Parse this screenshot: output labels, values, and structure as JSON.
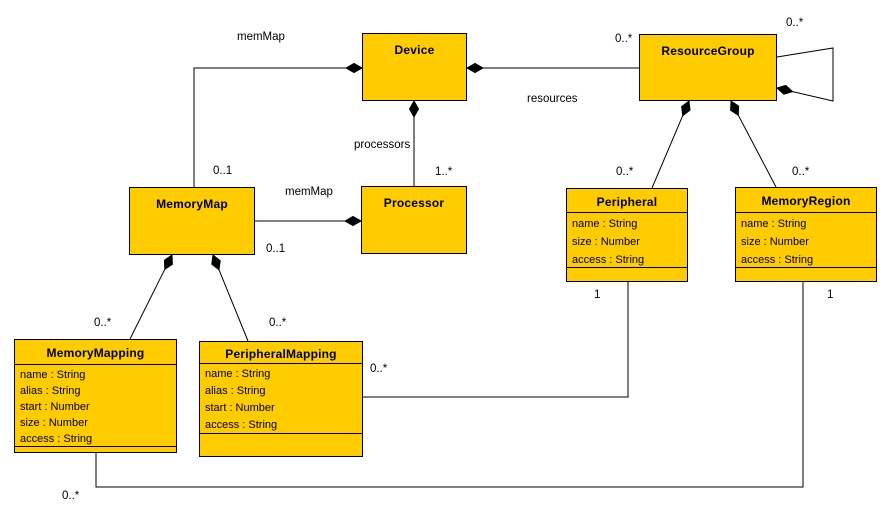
{
  "diagram": {
    "kind": "uml-class-diagram",
    "colors": {
      "node_fill": "#FFCC00",
      "node_border": "#000000",
      "edge_color": "#000000",
      "background": "#FFFFFF"
    }
  },
  "classes": [
    {
      "id": "device",
      "name": "Device",
      "attributes": []
    },
    {
      "id": "resource-group",
      "name": "ResourceGroup",
      "attributes": []
    },
    {
      "id": "memory-map",
      "name": "MemoryMap",
      "attributes": []
    },
    {
      "id": "processor",
      "name": "Processor",
      "attributes": []
    },
    {
      "id": "peripheral",
      "name": "Peripheral",
      "attributes": [
        "name : String",
        "size : Number",
        "access : String"
      ]
    },
    {
      "id": "memory-region",
      "name": "MemoryRegion",
      "attributes": [
        "name : String",
        "size : Number",
        "access : String"
      ]
    },
    {
      "id": "memory-mapping",
      "name": "MemoryMapping",
      "attributes": [
        "name : String",
        "alias : String",
        "start : Number",
        "size : Number",
        "access : String"
      ]
    },
    {
      "id": "peripheral-mapping",
      "name": "PeripheralMapping",
      "attributes": [
        "name : String",
        "alias : String",
        "start : Number",
        "access : String"
      ]
    }
  ],
  "edges": [
    {
      "source": "Device",
      "target": "MemoryMap",
      "type": "composition",
      "label": "memMap",
      "target_multiplicity": "0..1"
    },
    {
      "source": "Device",
      "target": "ResourceGroup",
      "type": "composition",
      "label": "resources",
      "target_multiplicity": "0..*"
    },
    {
      "source": "Device",
      "target": "Processor",
      "type": "composition",
      "label": "processors",
      "target_multiplicity": "1..*"
    },
    {
      "source": "Processor",
      "target": "MemoryMap",
      "type": "composition",
      "label": "memMap",
      "target_multiplicity": "0..1"
    },
    {
      "source": "ResourceGroup",
      "target": "ResourceGroup",
      "type": "composition",
      "label": "",
      "target_multiplicity": "0..*"
    },
    {
      "source": "ResourceGroup",
      "target": "Peripheral",
      "type": "composition",
      "label": "",
      "target_multiplicity": "0..*"
    },
    {
      "source": "ResourceGroup",
      "target": "MemoryRegion",
      "type": "composition",
      "label": "",
      "target_multiplicity": "0..*"
    },
    {
      "source": "MemoryMap",
      "target": "MemoryMapping",
      "type": "composition",
      "label": "",
      "target_multiplicity": "0..*"
    },
    {
      "source": "MemoryMap",
      "target": "PeripheralMapping",
      "type": "composition",
      "label": "",
      "target_multiplicity": "0..*"
    },
    {
      "source": "Peripheral",
      "target": "PeripheralMapping",
      "type": "association",
      "label": "",
      "source_multiplicity": "1",
      "target_multiplicity": "0..*"
    },
    {
      "source": "MemoryRegion",
      "target": "MemoryMapping",
      "type": "association",
      "label": "",
      "source_multiplicity": "1",
      "target_multiplicity": "0..*"
    }
  ]
}
